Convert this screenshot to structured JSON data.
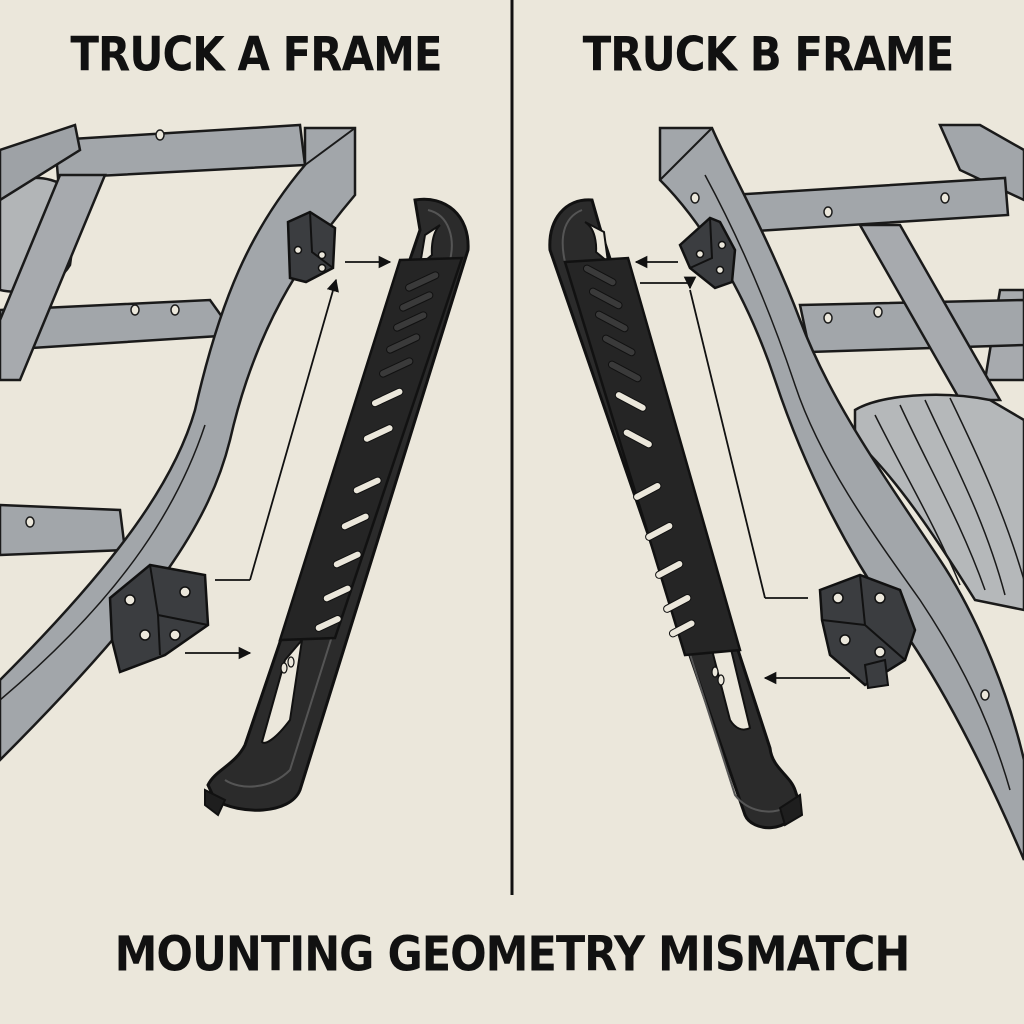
{
  "panels": {
    "left": {
      "title": "TRUCK A FRAME"
    },
    "right": {
      "title": "TRUCK B FRAME"
    }
  },
  "caption": "MOUNTING GEOMETRY MISMATCH",
  "colors": {
    "background": "#ebe7db",
    "frame_steel": "#a2a6aa",
    "step_bar": "#2b2b2b",
    "outline": "#1a1a1a"
  }
}
